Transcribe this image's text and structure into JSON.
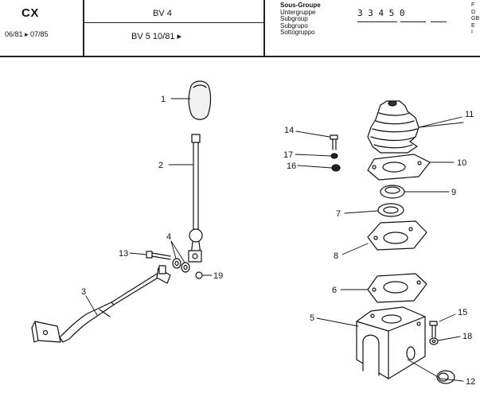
{
  "header": {
    "model": "CX",
    "date_range": "06/81 ▸ 07/85",
    "gearbox_line1": "BV 4",
    "gearbox_line2": "BV 5   10/81 ▸",
    "subgroup_labels": [
      "Sous-Groupe",
      "Untergruppe",
      "Subgroup",
      "Subgrupo",
      "Sottogruppo"
    ],
    "subgroup_code": "33450",
    "language_codes": [
      "F",
      "D",
      "GB",
      "E",
      "I"
    ]
  },
  "callouts": [
    {
      "id": "1",
      "label": "1"
    },
    {
      "id": "2",
      "label": "2"
    },
    {
      "id": "3",
      "label": "3"
    },
    {
      "id": "4",
      "label": "4"
    },
    {
      "id": "5",
      "label": "5"
    },
    {
      "id": "6",
      "label": "6"
    },
    {
      "id": "7",
      "label": "7"
    },
    {
      "id": "8",
      "label": "8"
    },
    {
      "id": "9",
      "label": "9"
    },
    {
      "id": "10",
      "label": "10"
    },
    {
      "id": "11",
      "label": "11"
    },
    {
      "id": "12",
      "label": "12"
    },
    {
      "id": "13",
      "label": "13"
    },
    {
      "id": "14",
      "label": "14"
    },
    {
      "id": "15",
      "label": "15"
    },
    {
      "id": "16",
      "label": "16"
    },
    {
      "id": "17",
      "label": "17"
    },
    {
      "id": "18",
      "label": "18"
    },
    {
      "id": "19",
      "label": "19"
    }
  ]
}
